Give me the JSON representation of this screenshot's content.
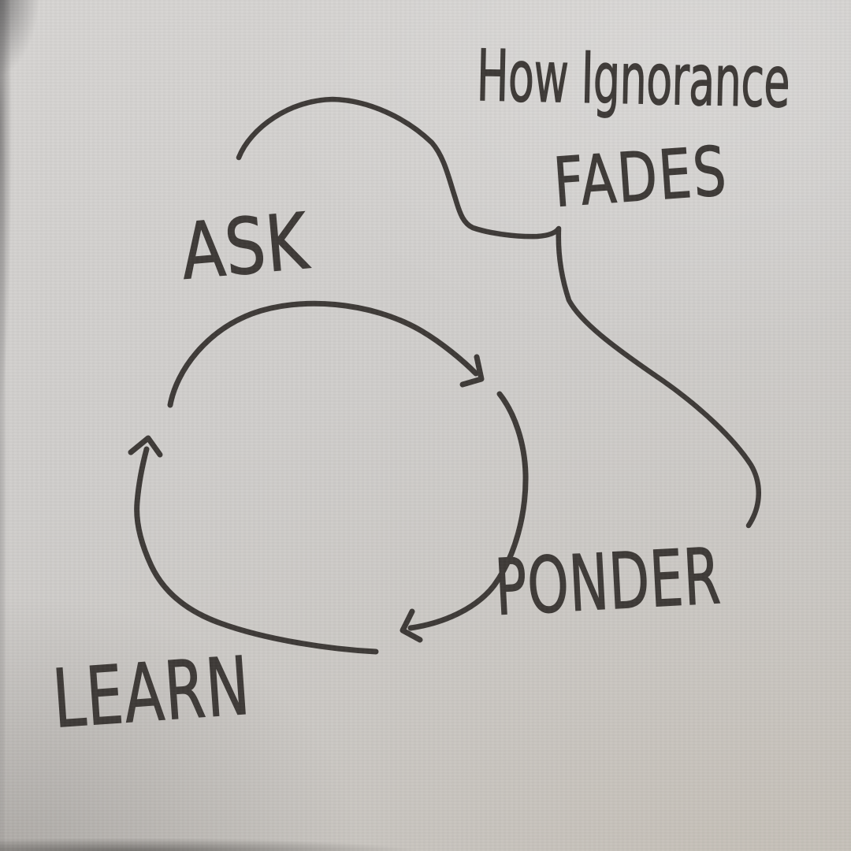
{
  "photo": {
    "paper_color": "#cfcdcb",
    "ink_color": "#3b3734"
  },
  "diagram": {
    "type": "cycle",
    "title": "How Ignorance FADES",
    "title_line1": "How Ignorance",
    "title_line2": "FADES",
    "nodes": [
      {
        "id": "ask",
        "label": "ASK"
      },
      {
        "id": "ponder",
        "label": "PONDER"
      },
      {
        "id": "learn",
        "label": "LEARN"
      }
    ],
    "edges": [
      {
        "from": "ask",
        "to": "ponder"
      },
      {
        "from": "ponder",
        "to": "learn"
      },
      {
        "from": "learn",
        "to": "ask"
      }
    ]
  }
}
